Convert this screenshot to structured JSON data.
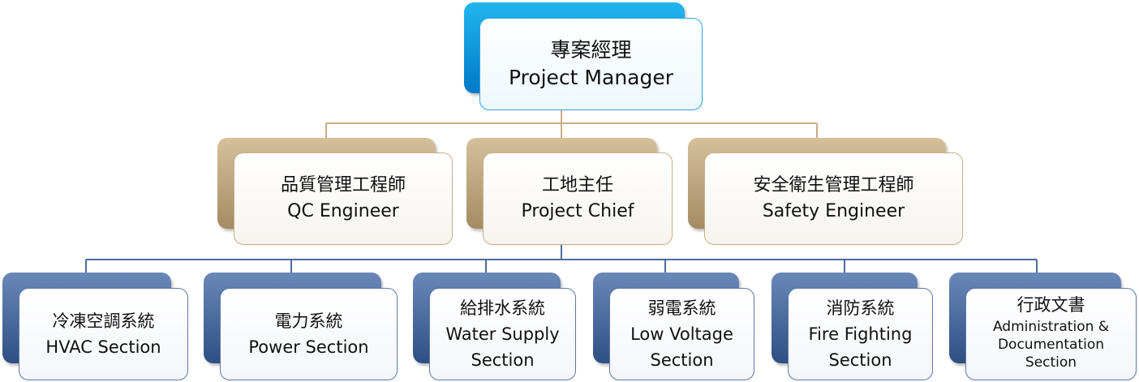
{
  "diagram": {
    "root": {
      "zh": "專案經理",
      "en": "Project Manager"
    },
    "level2": [
      {
        "zh": "品質管理工程師",
        "en": "QC Engineer"
      },
      {
        "zh": "工地主任",
        "en": "Project Chief"
      },
      {
        "zh": "安全衛生管理工程師",
        "en": "Safety Engineer"
      }
    ],
    "level3": [
      {
        "zh": "冷凍空調系統",
        "en": "HVAC Section"
      },
      {
        "zh": "電力系統",
        "en": "Power Section"
      },
      {
        "zh": "給排水系統",
        "en": "Water Supply",
        "en2": "Section"
      },
      {
        "zh": "弱電系統",
        "en": "Low Voltage",
        "en2": "Section"
      },
      {
        "zh": "消防系統",
        "en": "Fire Fighting",
        "en2": "Section"
      },
      {
        "zh": "行政文書",
        "en": "Administration &",
        "en2": "Documentation",
        "en3": "Section"
      }
    ]
  },
  "colors": {
    "root_accent": "#0a8fd8",
    "level2_accent": "#b59c74",
    "level3_accent": "#44639a",
    "connector_level1": "#c8ad86",
    "connector_level2": "#4d6c9e"
  }
}
